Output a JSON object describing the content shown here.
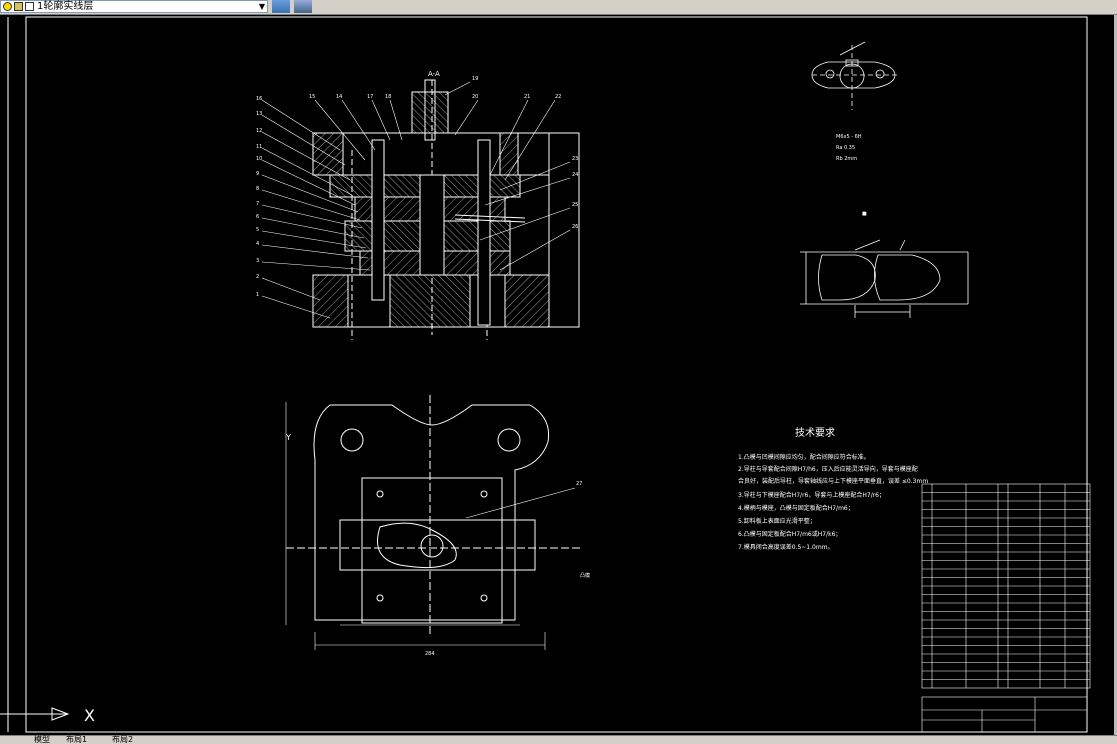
{
  "toolbar": {
    "layer_name": "1轮廓实线层"
  },
  "drawing": {
    "section_label": "A-A",
    "detail_note_1": "M6x5 - 6H",
    "detail_note_2": "Ra 0.35",
    "detail_note_3": "Rb 2mm",
    "tech_title": "技术要求",
    "tech_reqs": [
      "1.凸模与凹模间隙应均匀，配合间隙应符合标准。",
      "2.导柱与导套配合间隙H7/h6，压入后应能灵活导向，导套与模座配",
      "  合良好，装配后导柱，导套轴线应与上下模座平面垂直，误差 ≤0.3mm",
      "3.导柱与下模座配合H7/r6，导套与上模座配合H7/r6；",
      "4.模柄与模座，凸模与固定板配合H7/m6；",
      "5.卸料板上表面应光滑平整；",
      "6.凸模与固定板配合H7/m6或H7/k6；",
      "7.模具闭合高度误差0.5~1.0mm。"
    ],
    "callouts_top": [
      "16",
      "15",
      "14",
      "17",
      "18",
      "19",
      "20",
      "21",
      "22"
    ],
    "callouts_left": [
      "13",
      "12",
      "11",
      "10",
      "9",
      "8",
      "7",
      "6",
      "5",
      "4",
      "3",
      "2",
      "1"
    ],
    "callouts_right": [
      "23",
      "24",
      "25",
      "26"
    ],
    "callout_27": "27",
    "dim_bottom": "284",
    "dim_left": "Y",
    "plan_note": "凸模",
    "bom_rows": 24
  },
  "tabs": {
    "model": "模型",
    "layout1": "布局1",
    "layout2": "布局2"
  },
  "ucs": {
    "x_label": "X"
  }
}
